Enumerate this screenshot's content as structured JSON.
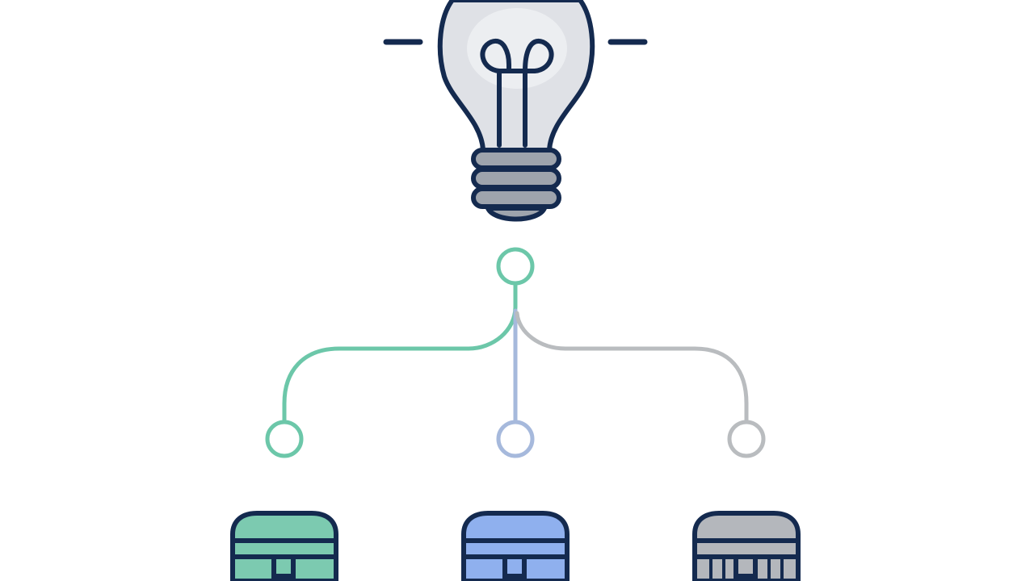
{
  "diagram": {
    "root": {
      "icon": "lightbulb-icon"
    },
    "branches": [
      {
        "id": "left",
        "color": "#6cc7a9",
        "icon": "chest-icon",
        "fill": "#7ccab0"
      },
      {
        "id": "middle",
        "color": "#a6b9dc",
        "icon": "chest-icon",
        "fill": "#8fb0ee"
      },
      {
        "id": "right",
        "color": "#b9bcbf",
        "icon": "chest-icon",
        "fill": "#b4b7bc"
      }
    ],
    "outline_color": "#142a4f",
    "bulb_glass_color": "#dfe1e6",
    "bulb_base_color": "#9ea4ad"
  }
}
